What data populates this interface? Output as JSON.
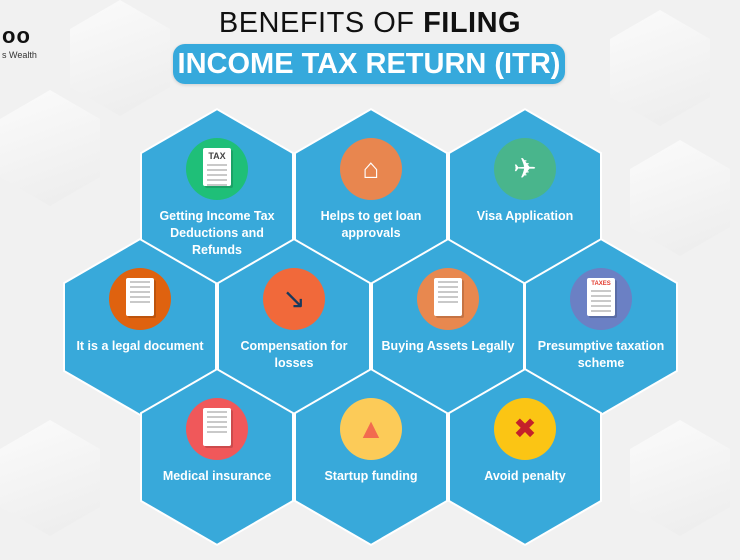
{
  "logo": {
    "mark": "oo",
    "tagline": "s Wealth"
  },
  "title": {
    "line1_regular": "BENEFITS OF ",
    "line1_bold": "FILING",
    "line2": "INCOME TAX RETURN (ITR)"
  },
  "colors": {
    "hex_fill": "#38a9da",
    "banner": "#36a9dc",
    "background": "#f1f1f1"
  },
  "benefits": [
    {
      "label": "Getting Income Tax Deductions and Refunds",
      "icon": "tax-form-icon",
      "icon_text": "TAX",
      "circle_color": "#1fbf78"
    },
    {
      "label": "Helps to get loan approvals",
      "icon": "house-loan-icon",
      "circle_color": "#e8864f"
    },
    {
      "label": "Visa Application",
      "icon": "passport-visa-icon",
      "circle_color": "#49b58c"
    },
    {
      "label": "It is a legal document",
      "icon": "legal-document-icon",
      "circle_color": "#df620f"
    },
    {
      "label": "Compensation for losses",
      "icon": "declining-chart-icon",
      "circle_color": "#f1693a"
    },
    {
      "label": "Buying Assets Legally",
      "icon": "stamped-document-icon",
      "circle_color": "#e8884f"
    },
    {
      "label": "Presumptive taxation scheme",
      "icon": "taxes-document-icon",
      "icon_text": "TAXES",
      "circle_color": "#6b80c4"
    },
    {
      "label": "Medical insurance",
      "icon": "medical-clipboard-icon",
      "circle_color": "#f0585a"
    },
    {
      "label": "Startup funding",
      "icon": "rocket-icon",
      "circle_color": "#fccb58"
    },
    {
      "label": "Avoid penalty",
      "icon": "red-card-icon",
      "circle_color": "#fbc514"
    }
  ]
}
